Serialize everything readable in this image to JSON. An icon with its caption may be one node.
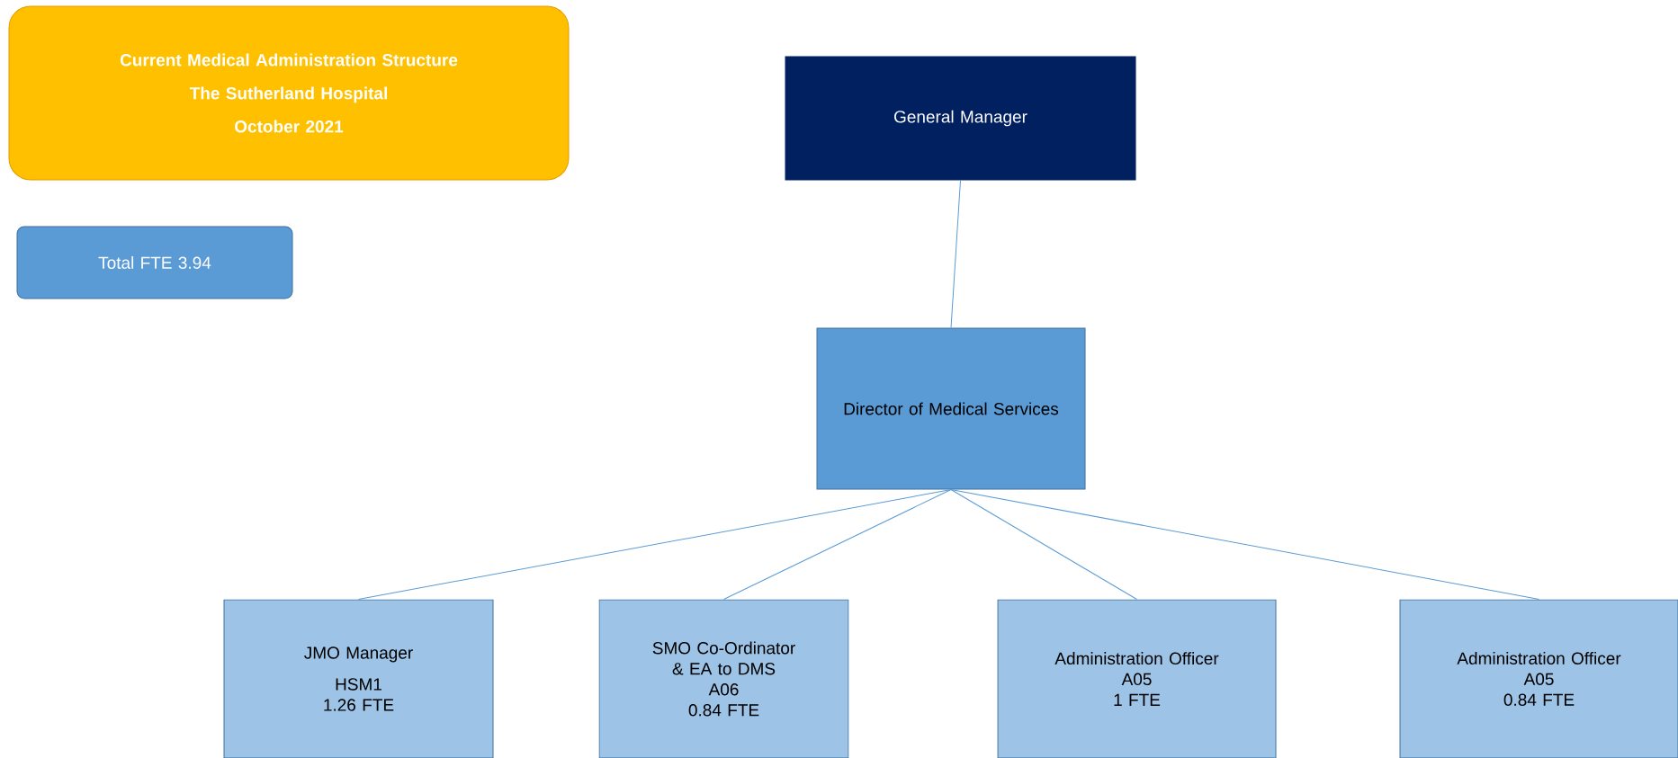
{
  "diagram": {
    "nodes": [
      {
        "text": [
          "Current Medical Administration Structure",
          "The Sutherland Hospital",
          "October 2021"
        ]
      },
      {
        "text": [
          "Total FTE 3.94"
        ]
      },
      {
        "text": [
          "General Manager"
        ]
      },
      {
        "text": [
          "Director of Medical Services"
        ]
      },
      {
        "text": [
          "JMO Manager",
          "HSM1",
          "1.26 FTE"
        ]
      },
      {
        "text": [
          "SMO Co-Ordinator & EA to DMS",
          "A06",
          "0.84 FTE"
        ]
      },
      {
        "text": [
          "Administration Officer",
          "A05",
          "1 FTE"
        ]
      },
      {
        "text": [
          "Administration Officer",
          "A05",
          "0.84 FTE"
        ]
      }
    ],
    "edges": [
      {
        "from": 2,
        "to": 3,
        "arrow": "none"
      },
      {
        "from": 3,
        "to": 4,
        "arrow": "none"
      },
      {
        "from": 3,
        "to": 5,
        "arrow": "none"
      },
      {
        "from": 3,
        "to": 6,
        "arrow": "none"
      },
      {
        "from": 3,
        "to": 7,
        "arrow": "none"
      }
    ]
  }
}
